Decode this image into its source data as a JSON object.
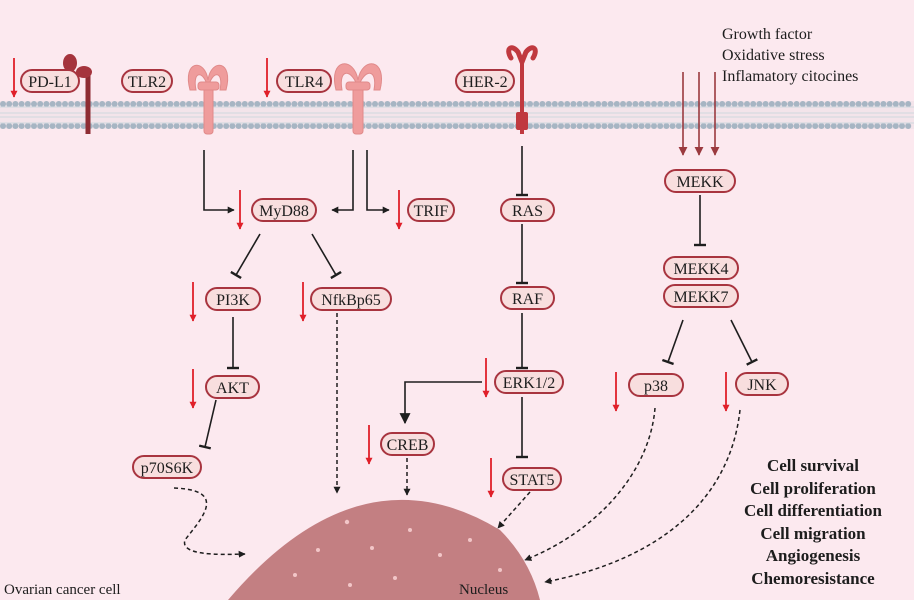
{
  "labels": {
    "pdl1": "PD-L1",
    "tlr2": "TLR2",
    "tlr4": "TLR4",
    "her2": "HER-2",
    "myd88": "MyD88",
    "trif": "TRIF",
    "ras": "RAS",
    "raf": "RAF",
    "erk": "ERK1/2",
    "stat5": "STAT5",
    "creb": "CREB",
    "pi3k": "PI3K",
    "nfkb": "NfkBp65",
    "akt": "AKT",
    "p70s6k": "p70S6K",
    "mekk": "MEKK",
    "mekk4": "MEKK4",
    "mekk7": "MEKK7",
    "p38": "p38",
    "jnk": "JNK"
  },
  "stimuli": [
    "Growth factor",
    "Oxidative stress",
    "Inflamatory citocines"
  ],
  "outcomes": [
    "Cell survival",
    "Cell proliferation",
    "Cell differentiation",
    "Cell migration",
    "Angiogenesis",
    "Chemoresistance"
  ],
  "cell_label": "Ovarian cancer cell",
  "nucleus_label": "Nucleus",
  "colors": {
    "background": "#fce9ef",
    "node_fill": "#f8dede",
    "node_border": "#a8343f",
    "down_arrow": "#e0202a",
    "membrane": "#a7b5c3",
    "receptor_pink": "#ef9c9c",
    "her2_red": "#c0393f",
    "nucleus": "#c37f82",
    "edge": "#1e1e1e",
    "stimulus_arrow": "#9b3a3f"
  }
}
